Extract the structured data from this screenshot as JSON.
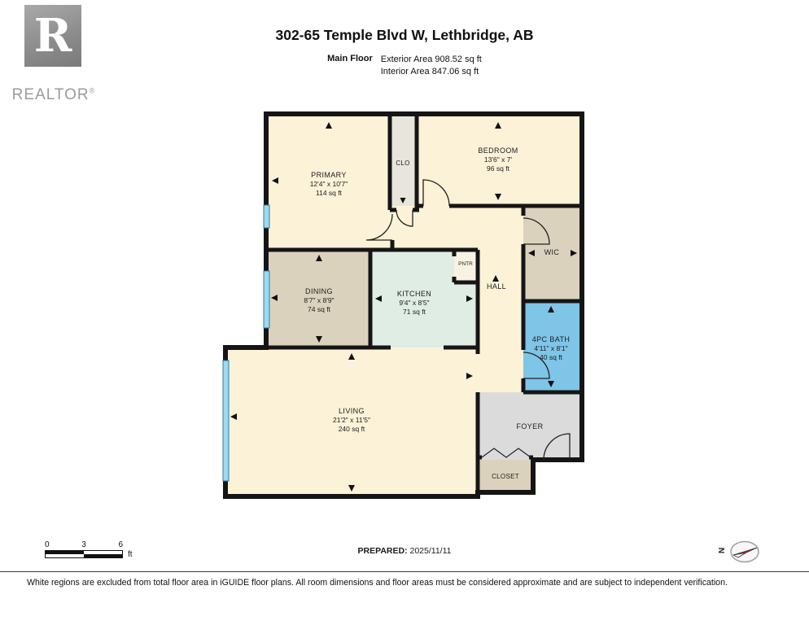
{
  "header": {
    "logo_letter": "R",
    "logo_text": "REALTOR",
    "logo_reg": "®",
    "title": "302-65 Temple Blvd W, Lethbridge, AB",
    "floor_label": "Main Floor",
    "exterior_area": "Exterior Area 908.52 sq ft",
    "interior_area": "Interior Area 847.06 sq ft"
  },
  "rooms": {
    "primary": {
      "name": "PRIMARY",
      "dims": "12'4\" x 10'7\"",
      "area": "114 sq ft"
    },
    "clo": {
      "name": "CLO"
    },
    "bedroom": {
      "name": "BEDROOM",
      "dims": "13'6\" x 7'",
      "area": "96 sq ft"
    },
    "wic": {
      "name": "WIC"
    },
    "hall": {
      "name": "HALL"
    },
    "pntr": {
      "name": "PNTR"
    },
    "dining": {
      "name": "DINING",
      "dims": "8'7\" x 8'9\"",
      "area": "74 sq ft"
    },
    "kitchen": {
      "name": "KITCHEN",
      "dims": "9'4\" x 8'5\"",
      "area": "71 sq ft"
    },
    "bath": {
      "name": "4PC BATH",
      "dims": "4'11\" x 8'1\"",
      "area": "40 sq ft"
    },
    "living": {
      "name": "LIVING",
      "dims": "21'2\" x 11'5\"",
      "area": "240 sq ft"
    },
    "foyer": {
      "name": "FOYER"
    },
    "closet": {
      "name": "CLOSET"
    }
  },
  "scale": {
    "tick0": "0",
    "tick3": "3",
    "tick6": "6",
    "unit": "ft"
  },
  "prepared_label": "PREPARED:",
  "prepared_date": "2025/11/11",
  "compass": {
    "label": "N"
  },
  "footnote": "White regions are excluded from total floor area in iGUIDE floor plans. All room dimensions and floor areas must be considered approximate and are subject to independent verification.",
  "colors": {
    "wall": "#151515",
    "room_cream": "#FBF2D8",
    "room_tan": "#DBD2BE",
    "kitchen_mint": "#DFEDE4",
    "bath_blue": "#7EC5E8",
    "foyer_gray": "#DBDBDB",
    "clo_gray": "#E8E5DD",
    "window_blue": "#9FD9F0",
    "logo_gray": "#9B9B9B",
    "compass_red": "#CC2222"
  }
}
